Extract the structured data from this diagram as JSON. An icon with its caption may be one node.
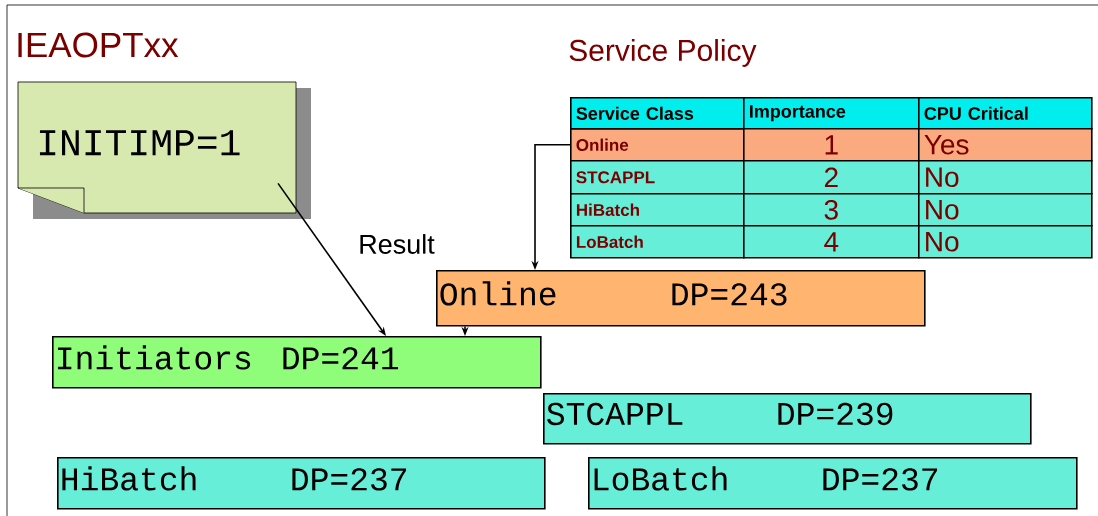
{
  "diagram": {
    "nodes": [
      {
        "text": [
          "INITIMP=1"
        ],
        "beside": [
          "IEAOPTxx"
        ]
      },
      {
        "text": [
          "Online"
        ]
      },
      {
        "text": [
          "Online",
          "DP=243"
        ]
      },
      {
        "text": [
          "Initiators",
          "DP=241"
        ]
      },
      {
        "text": [
          "STCAPPL",
          "DP=239"
        ]
      },
      {
        "text": [
          "HiBatch",
          "DP=237"
        ]
      },
      {
        "text": [
          "LoBatch",
          "DP=237"
        ]
      }
    ],
    "edges": [
      {
        "from": 0,
        "to": 3,
        "arrow": "to"
      },
      {
        "from": 1,
        "to": 2,
        "arrow": "to"
      },
      {
        "from": 2,
        "to": 3,
        "arrow": "to"
      }
    ],
    "labels": [
      "Service Policy",
      "Service Class",
      "Importance",
      "CPU Critical",
      "1",
      "Yes",
      "STCAPPL",
      "2",
      "No",
      "HiBatch",
      "3",
      "No",
      "Result",
      "LoBatch",
      "4",
      "No"
    ]
  }
}
